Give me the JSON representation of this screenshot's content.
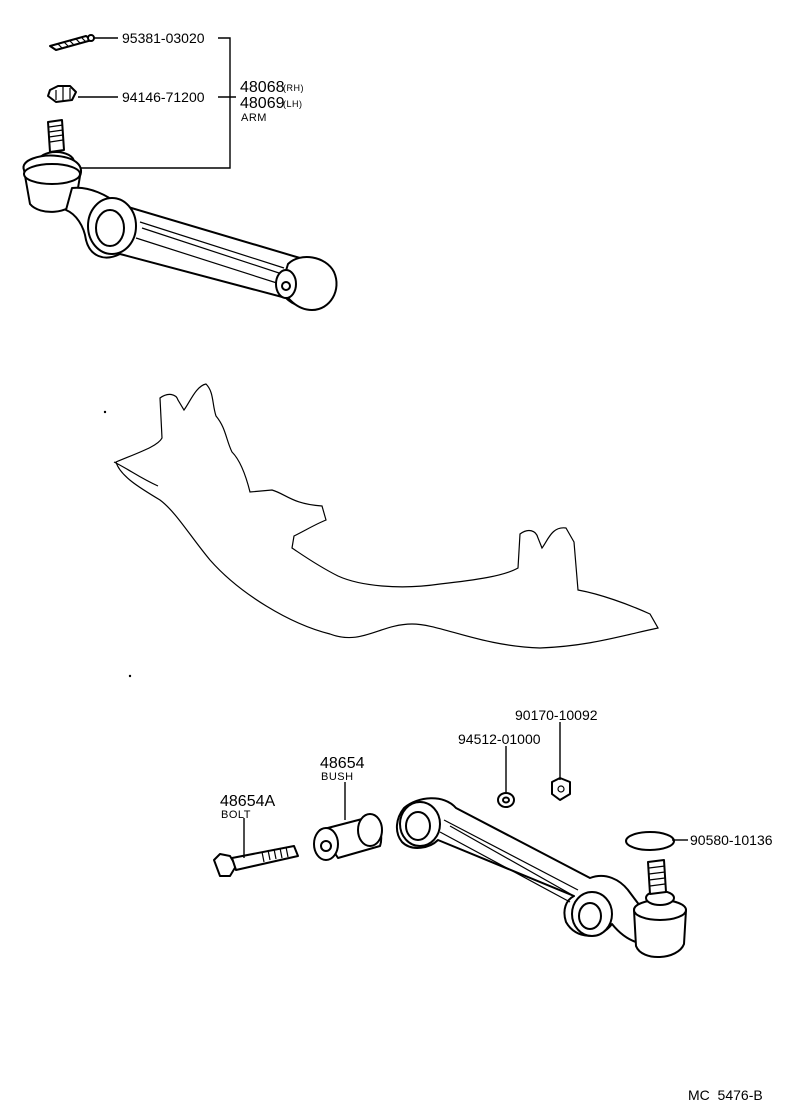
{
  "upper_assembly": {
    "bolt_part_no": "95381-03020",
    "nut_part_no": "94146-71200",
    "arm_rh_no": "48068",
    "arm_rh_side": "(RH)",
    "arm_lh_no": "48069",
    "arm_lh_side": "(LH)",
    "arm_name": "ARM"
  },
  "lower_assembly": {
    "nut_part_no": "90170-10092",
    "washer_part_no": "94512-01000",
    "bush_part_no": "48654",
    "bush_name": "BUSH",
    "bolt_part_no": "48654A",
    "bolt_name": "BOLT",
    "boot_part_no": "90580-10136"
  },
  "footer": {
    "diagram_code": "MC  5476-B"
  }
}
